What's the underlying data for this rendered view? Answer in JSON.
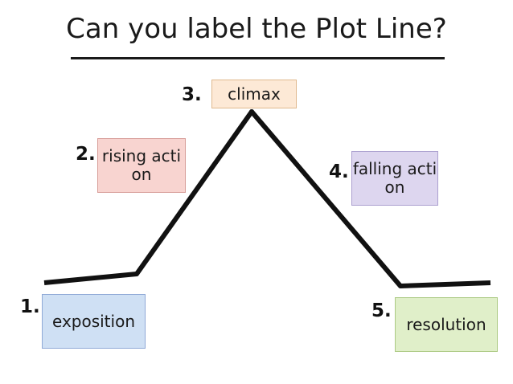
{
  "title": "Can you label the Plot Line?",
  "stages": [
    {
      "number": "1.",
      "label": "expositio\nn",
      "label_text": "exposition",
      "color": "#cfe0f4"
    },
    {
      "number": "2.",
      "label": "rising\naction",
      "label_text": "rising action",
      "color": "#f8d4d0"
    },
    {
      "number": "3.",
      "label": "climax",
      "label_text": "climax",
      "color": "#fde9d6"
    },
    {
      "number": "4.",
      "label": "falling\naction",
      "label_text": "falling action",
      "color": "#ddd6ef"
    },
    {
      "number": "5.",
      "label": "resolutio\nn",
      "label_text": "resolution",
      "color": "#e0efc9"
    }
  ],
  "colors": {
    "line": "#111111",
    "text": "#1a1a1a",
    "background": "#ffffff"
  },
  "chart_data": {
    "type": "line",
    "title": "Can you label the Plot Line?",
    "xlabel": "",
    "ylabel": "",
    "x": [
      55,
      170,
      313,
      498,
      610
    ],
    "y": [
      352,
      341,
      139,
      356,
      352
    ],
    "point_labels": [
      "exposition",
      "rising action",
      "climax",
      "falling action",
      "resolution"
    ],
    "grid": false,
    "legend": "none"
  }
}
